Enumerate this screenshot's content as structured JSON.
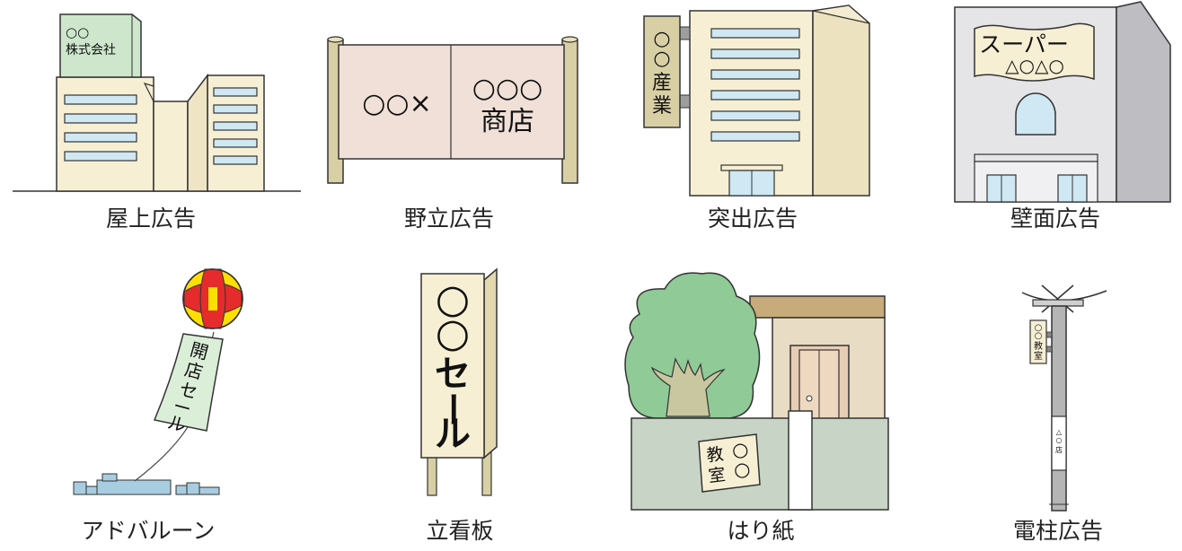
{
  "captions": {
    "rooftop": "屋上広告",
    "billboard": "野立広告",
    "projecting": "突出広告",
    "wall": "壁面広告",
    "balloon": "アドバルーン",
    "standboard": "立看板",
    "poster": "はり紙",
    "pole": "電柱広告"
  },
  "signs": {
    "rooftop": {
      "line1": "○○",
      "line2": "株式会社"
    },
    "billboard": {
      "left": "○○×",
      "right_top": "○○○",
      "right_bottom": "商店"
    },
    "projecting": [
      "○",
      "○",
      "産",
      "業"
    ],
    "wall": {
      "line1": "スーパー",
      "line2": "△○△○"
    },
    "balloon_banner": [
      "開",
      "店",
      "セ",
      "ー",
      "ル"
    ],
    "standboard": [
      "○",
      "○",
      "セ",
      "ー",
      "ル"
    ],
    "poster": [
      "教",
      "室",
      "○",
      "○"
    ],
    "pole_upper": [
      "○",
      "○",
      "教",
      "室"
    ],
    "pole_lower": [
      "△",
      "○",
      "店"
    ]
  },
  "colors": {
    "outline": "#333333",
    "wall_cream": "#f7efd4",
    "window_blue": "#cfe8f3",
    "rooftop_sign": "#cde6cc",
    "billboard_pink": "#f1e0d7",
    "post_tan": "#d8cfa5",
    "gray_building": "#e5e5e8",
    "tree_green": "#8fca97",
    "fence_gray": "#c8d4c6",
    "balloon_red": "#e52b2b",
    "balloon_yellow": "#ffdf00",
    "banner_green": "#dbeed8",
    "pole_gray": "#b5b5b5"
  }
}
